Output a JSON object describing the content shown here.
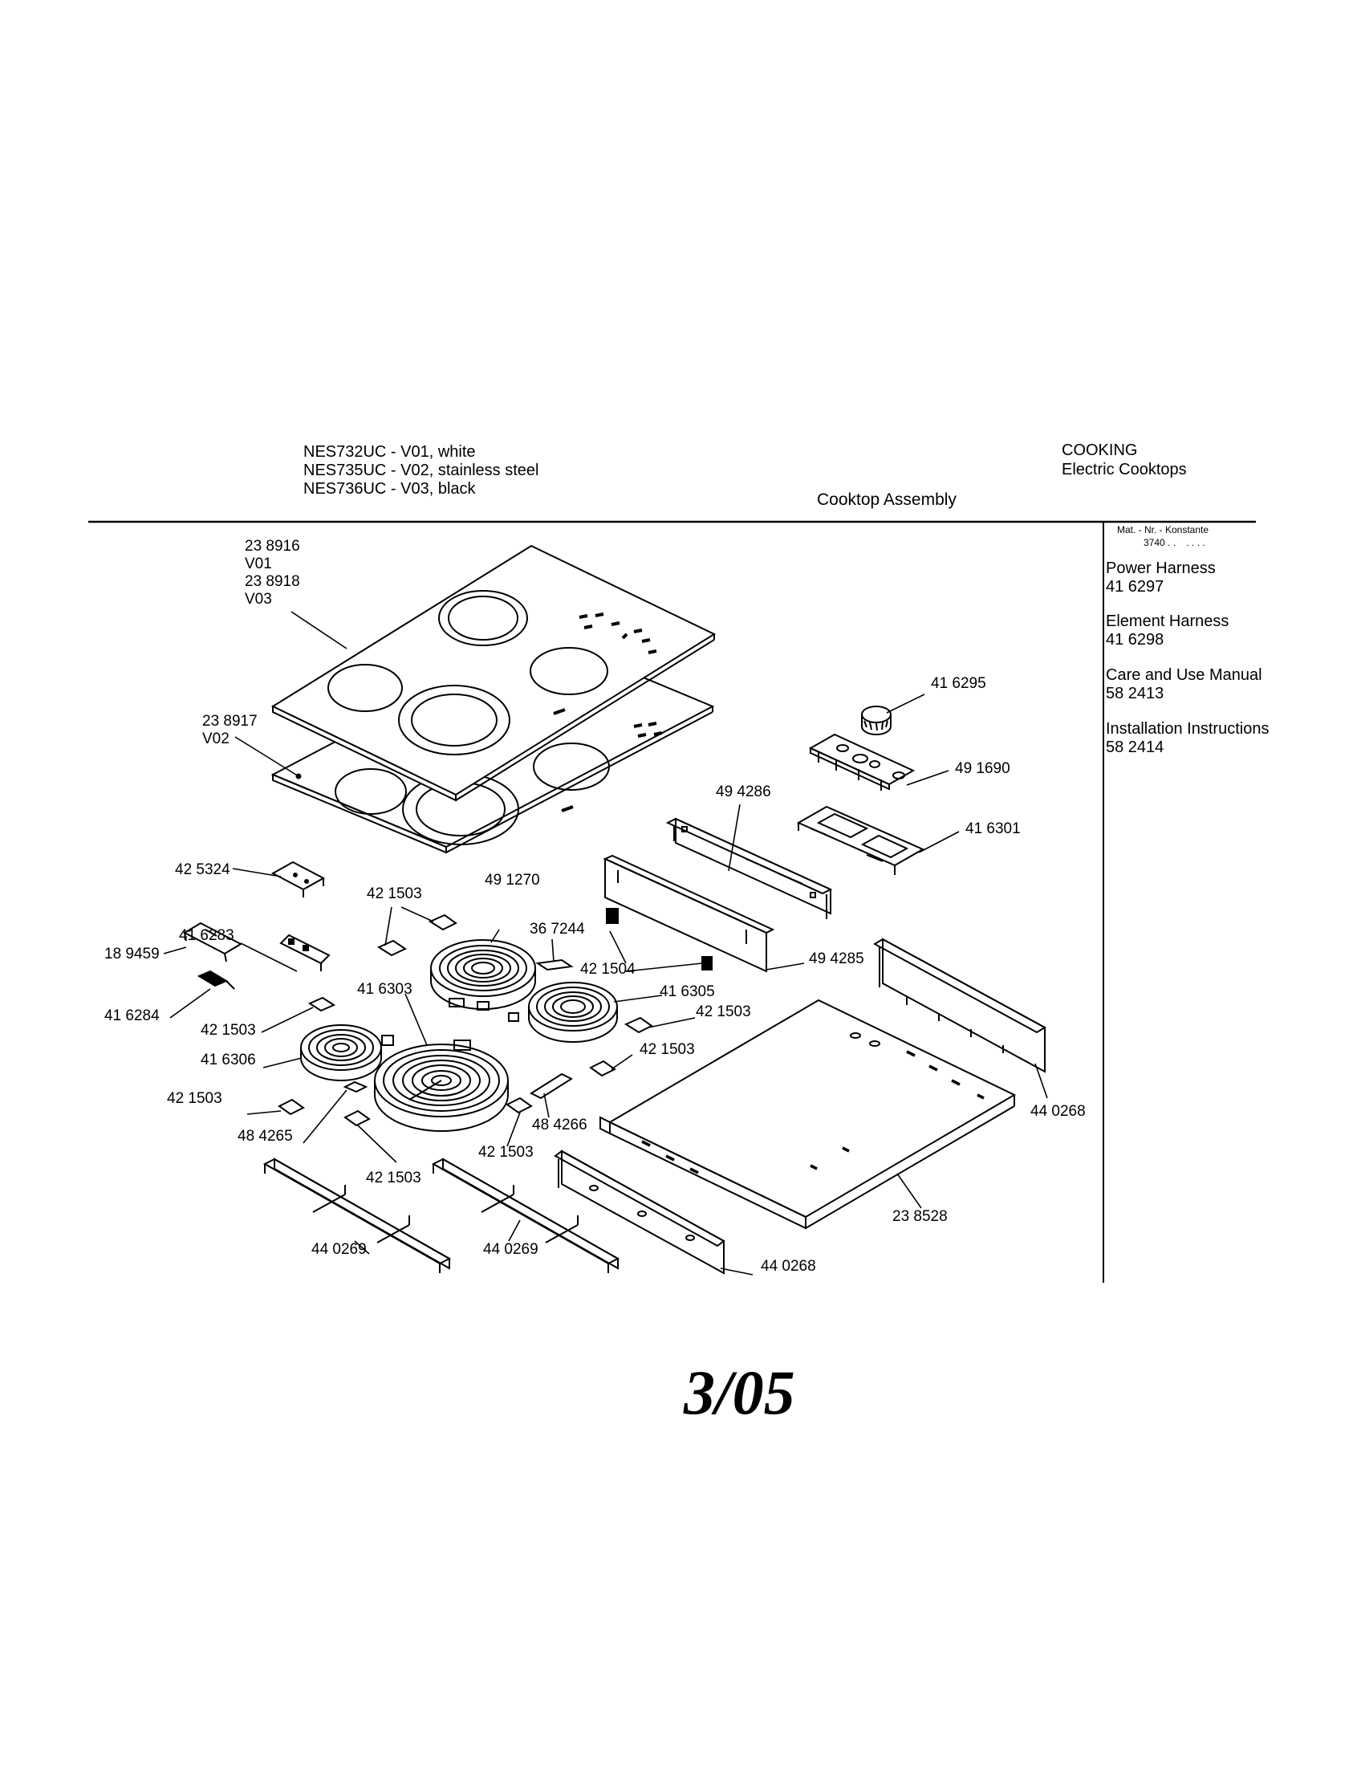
{
  "header": {
    "models": [
      "NES732UC - V01, white",
      "NES735UC - V02, stainless steel",
      "NES736UC - V03, black"
    ],
    "category": "COOKING",
    "subcategory": "Electric Cooktops",
    "title": "Cooktop Assembly"
  },
  "sidebar": {
    "mat_header": "Mat. - Nr. - Konstante",
    "mat_value": "3740 . .    . . . .",
    "items": [
      {
        "name": "Power Harness",
        "number": "41 6297"
      },
      {
        "name": "Element Harness",
        "number": "41 6298"
      },
      {
        "name": "Care and Use Manual",
        "number": "58 2413"
      },
      {
        "name": "Installation Instructions",
        "number": "58 2414"
      }
    ]
  },
  "labels": {
    "glass_top": [
      "23 8916",
      "V01",
      "23 8918",
      "V03"
    ],
    "glass_top_v02": [
      "23 8917",
      "V02"
    ],
    "knob": "41 6295",
    "control_board": "49 1690",
    "control_bracket": "41 6301",
    "rear_panel": "49 4286",
    "rear_shield": "49 4285",
    "clip_a": "42 5324",
    "clip_b": "41 6283",
    "clip_c": "18 9459",
    "clip_d": "41 6284",
    "bracket_top": "42 1503",
    "element_rear": "49 1270",
    "strip_rear": "36 7244",
    "connector": "42 1504",
    "element_big": "41 6303",
    "element_right": "41 6305",
    "bracket_right_1": "42 1503",
    "bracket_left": "42 1503",
    "element_left": "41 6306",
    "bracket_mid_right": "42 1503",
    "bracket_lower_left": "42 1503",
    "strip_left": "48 4265",
    "strip_right": "48 4266",
    "bracket_bottom_mid": "42 1503",
    "bracket_bottom_left": "42 1503",
    "rail_side": "44 0268",
    "pan": "23 8528",
    "rail_front": "44 0268",
    "support_left": "44 0269",
    "support_right": "44 0269"
  },
  "footer": {
    "date": "3/05"
  }
}
